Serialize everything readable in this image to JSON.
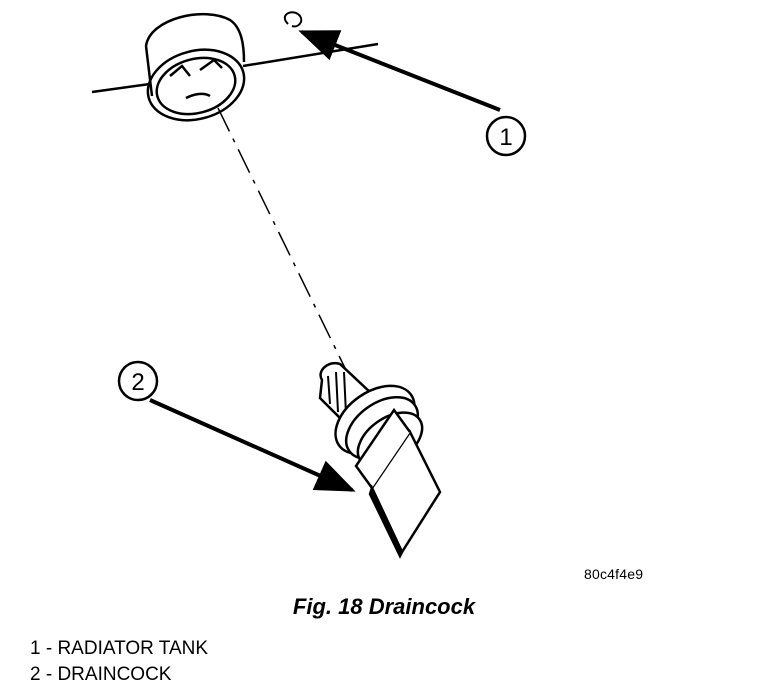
{
  "callouts": [
    {
      "number": "1"
    },
    {
      "number": "2"
    }
  ],
  "figure_code": "80c4f4e9",
  "caption": "Fig. 18 Draincock",
  "legend": [
    {
      "text": "1 - RADIATOR TANK"
    },
    {
      "text": "2 - DRAINCOCK"
    }
  ]
}
